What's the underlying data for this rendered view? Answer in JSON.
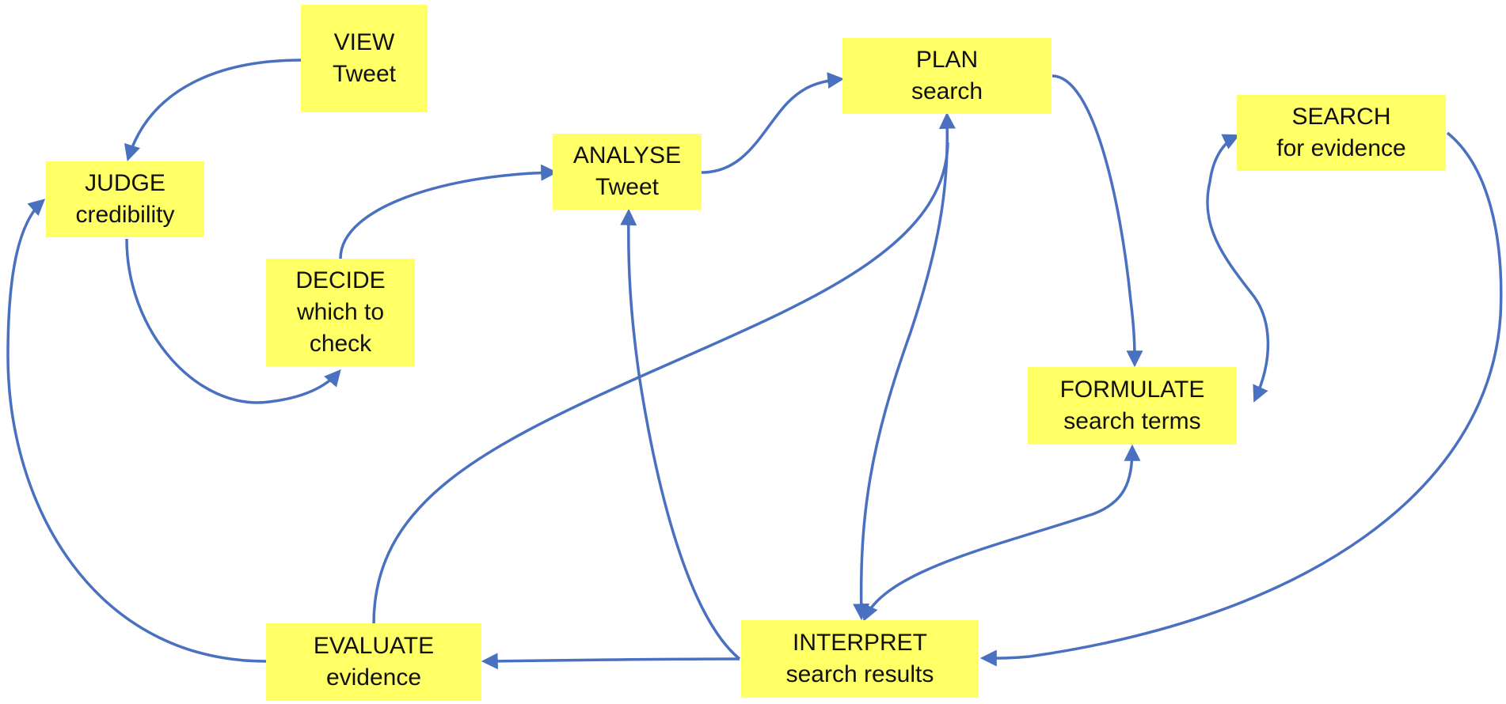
{
  "colors": {
    "node_fill": "#ffff66",
    "arrow": "#4a70c0",
    "text": "#111111",
    "background": "#ffffff"
  },
  "nodes": {
    "view": {
      "line1": "VIEW",
      "line2": "Tweet"
    },
    "judge": {
      "line1": "JUDGE",
      "line2": "credibility"
    },
    "decide": {
      "line1": "DECIDE",
      "line2": "which to",
      "line3": "check"
    },
    "analyse": {
      "line1": "ANALYSE",
      "line2": "Tweet"
    },
    "plan": {
      "line1": "PLAN",
      "line2": "search"
    },
    "search": {
      "line1": "SEARCH",
      "line2": "for evidence"
    },
    "formulate": {
      "line1": "FORMULATE",
      "line2": "search terms"
    },
    "interpret": {
      "line1": "INTERPRET",
      "line2": "search results"
    },
    "evaluate": {
      "line1": "EVALUATE",
      "line2": "evidence"
    }
  },
  "edges": [
    {
      "from": "VIEW",
      "to": "JUDGE"
    },
    {
      "from": "JUDGE",
      "to": "DECIDE"
    },
    {
      "from": "DECIDE",
      "to": "ANALYSE"
    },
    {
      "from": "ANALYSE",
      "to": "PLAN"
    },
    {
      "from": "PLAN",
      "to": "FORMULATE"
    },
    {
      "from": "FORMULATE",
      "to": "SEARCH",
      "bidirectional": true
    },
    {
      "from": "SEARCH",
      "to": "INTERPRET"
    },
    {
      "from": "INTERPRET",
      "to": "FORMULATE",
      "bidirectional": true
    },
    {
      "from": "INTERPRET",
      "to": "PLAN",
      "bidirectional": true
    },
    {
      "from": "INTERPRET",
      "to": "ANALYSE"
    },
    {
      "from": "INTERPRET",
      "to": "EVALUATE"
    },
    {
      "from": "EVALUATE",
      "to": "PLAN"
    },
    {
      "from": "EVALUATE",
      "to": "JUDGE"
    }
  ]
}
